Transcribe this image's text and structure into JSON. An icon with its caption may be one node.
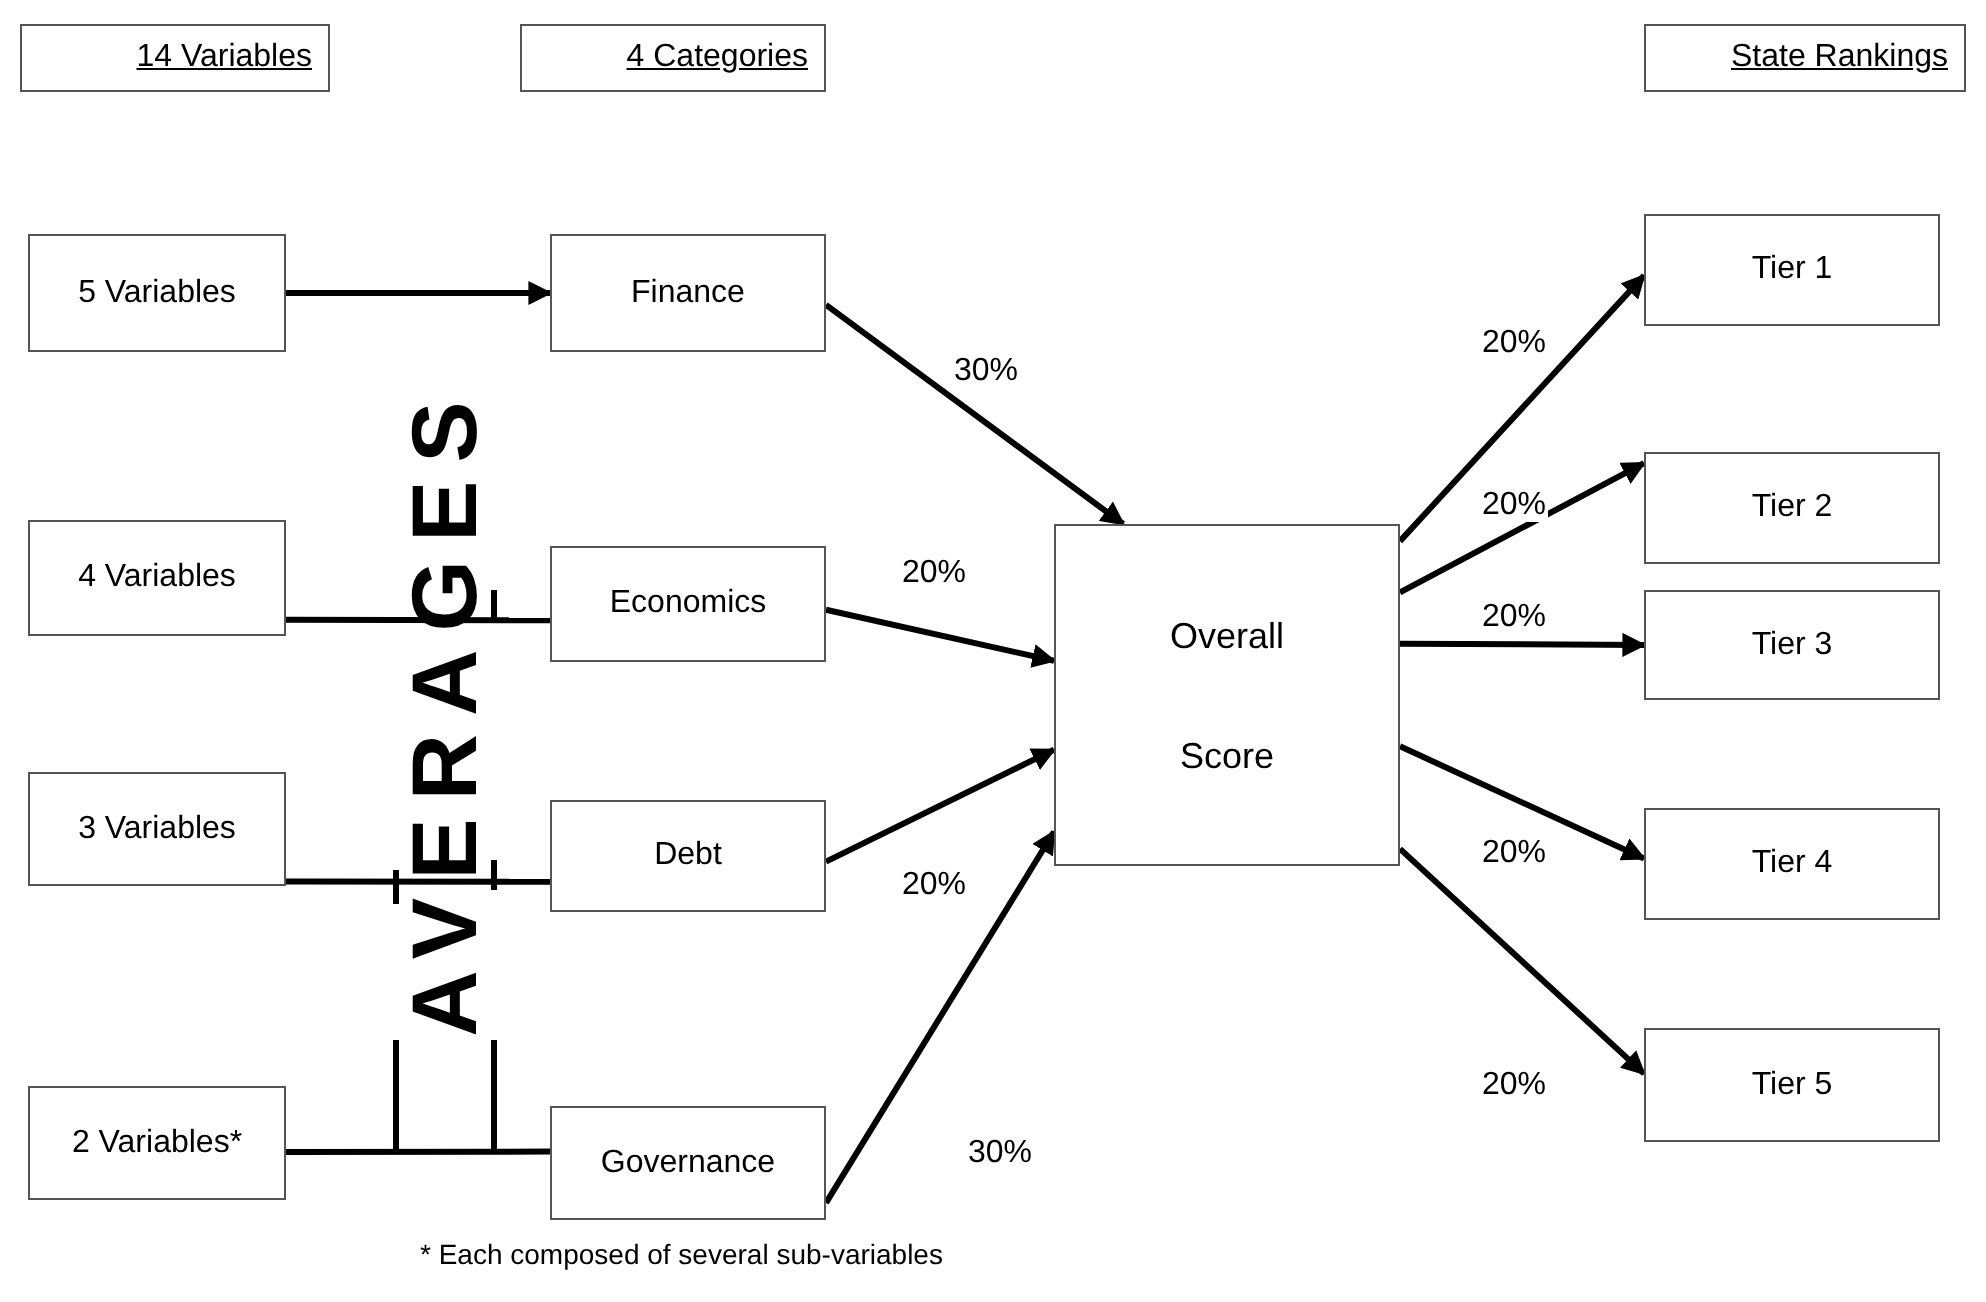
{
  "diagram": {
    "nodes": [
      {
        "text": [
          "14 Variables"
        ]
      },
      {
        "text": [
          "4 Categories"
        ]
      },
      {
        "text": [
          "State Rankings"
        ]
      },
      {
        "text": [
          "5 Variables"
        ]
      },
      {
        "text": [
          "4 Variables"
        ]
      },
      {
        "text": [
          "3 Variables"
        ]
      },
      {
        "text": [
          "2 Variables*"
        ]
      },
      {
        "text": [
          "Finance"
        ]
      },
      {
        "text": [
          "Economics"
        ]
      },
      {
        "text": [
          "Debt"
        ]
      },
      {
        "text": [
          "Governance"
        ]
      },
      {
        "text": [
          "Overall Score"
        ]
      },
      {
        "text": [
          "Tier 1"
        ]
      },
      {
        "text": [
          "Tier 2"
        ]
      },
      {
        "text": [
          "Tier 3"
        ]
      },
      {
        "text": [
          "Tier 4"
        ]
      },
      {
        "text": [
          "Tier 5"
        ]
      }
    ],
    "edges": [
      {
        "from": 3,
        "to": 7,
        "arrow": "to"
      },
      {
        "from": 4,
        "to": 8,
        "arrow": "none"
      },
      {
        "from": 5,
        "to": 9,
        "arrow": "none"
      },
      {
        "from": 6,
        "to": 10,
        "arrow": "none"
      },
      {
        "from": 7,
        "to": 11,
        "arrow": "to",
        "label": "30%"
      },
      {
        "from": 8,
        "to": 11,
        "arrow": "to",
        "label": "20%"
      },
      {
        "from": 9,
        "to": 11,
        "arrow": "to",
        "label": "20%"
      },
      {
        "from": 10,
        "to": 11,
        "arrow": "to",
        "label": "30%"
      },
      {
        "from": 11,
        "to": 12,
        "arrow": "to",
        "label": "20%"
      },
      {
        "from": 11,
        "to": 13,
        "arrow": "to",
        "label": "20%"
      },
      {
        "from": 11,
        "to": 14,
        "arrow": "to",
        "label": "20%"
      },
      {
        "from": 11,
        "to": 15,
        "arrow": "to",
        "label": "20%"
      },
      {
        "from": 11,
        "to": 16,
        "arrow": "to",
        "label": "20%"
      }
    ],
    "labels": [
      "AVERAGES",
      "* Each composed of several sub-variables"
    ]
  }
}
